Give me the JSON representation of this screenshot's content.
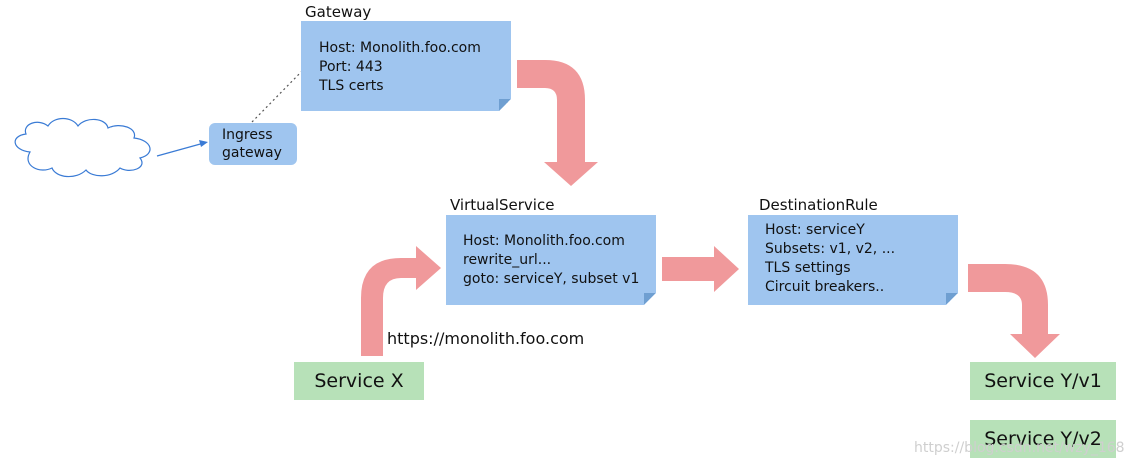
{
  "gateway": {
    "title": "Gateway",
    "lines": [
      "Host: Monolith.foo.com",
      "Port: 443",
      "TLS certs"
    ]
  },
  "ingress": {
    "lines": [
      "Ingress",
      "gateway"
    ]
  },
  "virtual_service": {
    "title": "VirtualService",
    "lines": [
      "Host: Monolith.foo.com",
      "rewrite_url...",
      "goto: serviceY, subset v1"
    ]
  },
  "destination_rule": {
    "title": "DestinationRule",
    "lines": [
      "Host: serviceY",
      "Subsets: v1, v2, ...",
      "TLS settings",
      "Circuit breakers.."
    ]
  },
  "request_url": "https://monolith.foo.com",
  "services": {
    "x": "Service X",
    "y_v1": "Service Y/v1",
    "y_v2": "Service Y/v2"
  },
  "watermark": "https://blog.csdn.net/wzy_168",
  "colors": {
    "note_fill": "#9fc5ef",
    "service_fill": "#b7e1b8",
    "arrow": "#f0999b",
    "connector": "#3a7bd5"
  }
}
